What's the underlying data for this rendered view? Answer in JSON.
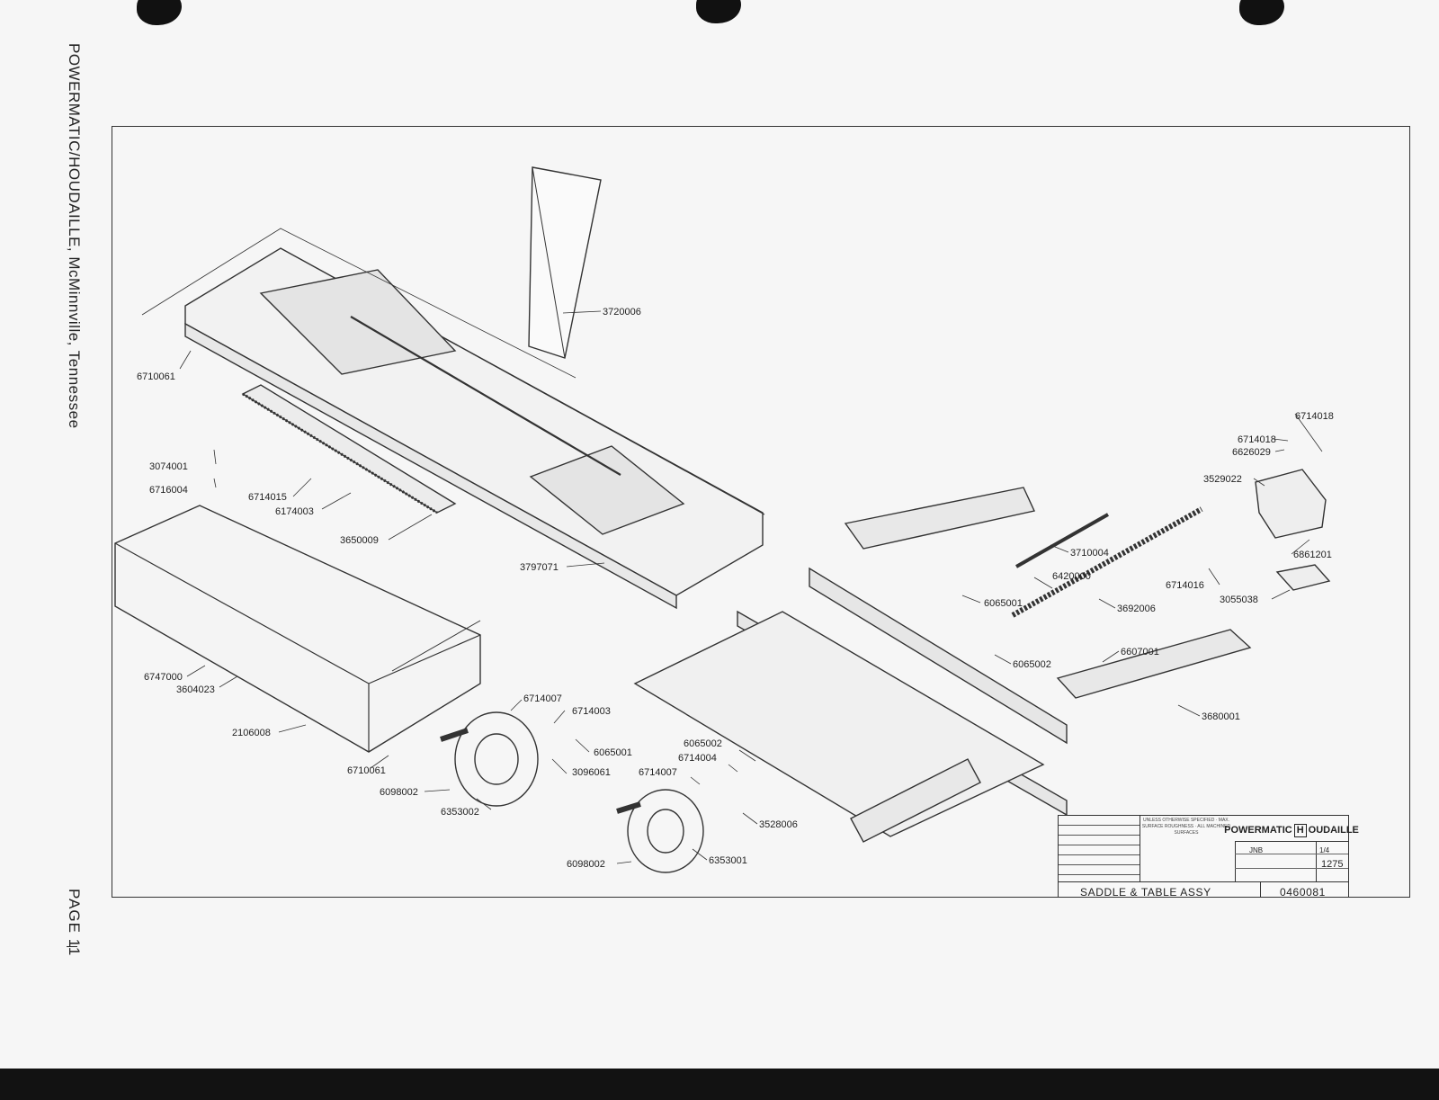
{
  "sidebar": {
    "manufacturer_line": "POWERMATIC/HOUDAILLE, McMinnville, Tennessee",
    "page_label": "PAGE 11"
  },
  "title_block": {
    "brand_left": "POWERMATIC",
    "brand_logo": "H",
    "brand_right": "OUDAILLE",
    "notes": "UNLESS OTHERWISE SPECIFIED · MAX. SURFACE ROUGHNESS · ALL MACHINED SURFACES",
    "drawn_by": "JNB",
    "scale": "1/4",
    "model": "1275",
    "description": "SADDLE & TABLE ASSY",
    "part_no": "0460081"
  },
  "callouts": [
    {
      "id": "c1",
      "text": "3720006"
    },
    {
      "id": "c2",
      "text": "6710061"
    },
    {
      "id": "c3",
      "text": "3074001"
    },
    {
      "id": "c4",
      "text": "6716004"
    },
    {
      "id": "c5",
      "text": "6714015"
    },
    {
      "id": "c6",
      "text": "6174003"
    },
    {
      "id": "c7",
      "text": "3650009"
    },
    {
      "id": "c8",
      "text": "3797071"
    },
    {
      "id": "c9",
      "text": "6747000"
    },
    {
      "id": "c10",
      "text": "3604023"
    },
    {
      "id": "c11",
      "text": "2106008"
    },
    {
      "id": "c12",
      "text": "6710061"
    },
    {
      "id": "c13",
      "text": "6714007"
    },
    {
      "id": "c14",
      "text": "6714003"
    },
    {
      "id": "c15",
      "text": "6065001"
    },
    {
      "id": "c16",
      "text": "3096061"
    },
    {
      "id": "c17",
      "text": "6098002"
    },
    {
      "id": "c18",
      "text": "6353002"
    },
    {
      "id": "c19",
      "text": "6065002"
    },
    {
      "id": "c20",
      "text": "6714004"
    },
    {
      "id": "c21",
      "text": "6714007"
    },
    {
      "id": "c22",
      "text": "3528006"
    },
    {
      "id": "c23",
      "text": "6098002"
    },
    {
      "id": "c24",
      "text": "6353001"
    },
    {
      "id": "c25",
      "text": "3710004"
    },
    {
      "id": "c26",
      "text": "6420000"
    },
    {
      "id": "c27",
      "text": "6065001"
    },
    {
      "id": "c28",
      "text": "3692006"
    },
    {
      "id": "c29",
      "text": "6065002"
    },
    {
      "id": "c30",
      "text": "6607001"
    },
    {
      "id": "c31",
      "text": "3680001"
    },
    {
      "id": "c32",
      "text": "6714018"
    },
    {
      "id": "c33",
      "text": "6714018"
    },
    {
      "id": "c34",
      "text": "6626029"
    },
    {
      "id": "c35",
      "text": "3529022"
    },
    {
      "id": "c36",
      "text": "6861201"
    },
    {
      "id": "c37",
      "text": "6714016"
    },
    {
      "id": "c38",
      "text": "3055038"
    }
  ]
}
